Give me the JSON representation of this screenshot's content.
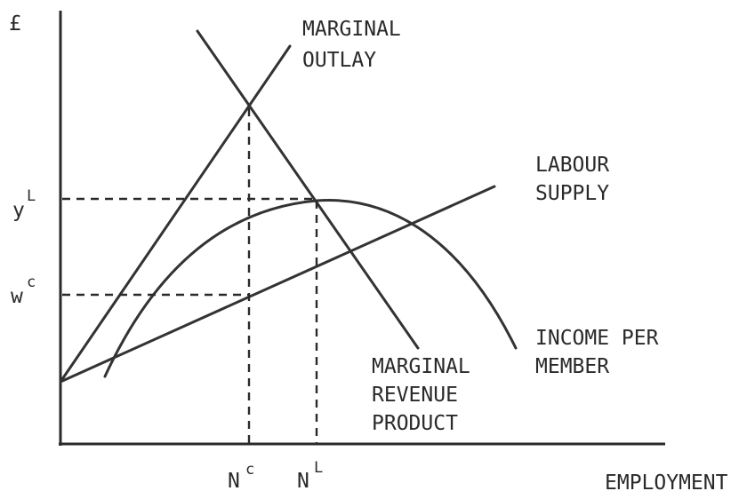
{
  "axes": {
    "y_label": "£",
    "x_label": "EMPLOYMENT"
  },
  "y_ticks": {
    "yL": {
      "base": "y",
      "sup": "L"
    },
    "wC": {
      "base": "w",
      "sup": "c"
    }
  },
  "x_ticks": {
    "nC": {
      "base": "N",
      "sup": "c"
    },
    "nL": {
      "base": "N",
      "sup": "L"
    }
  },
  "curves": {
    "marginal_outlay": {
      "line1": "MARGINAL",
      "line2": "OUTLAY"
    },
    "labour_supply": {
      "line1": "LABOUR",
      "line2": "SUPPLY"
    },
    "income_per_member": {
      "line1": "INCOME PER",
      "line2": "MEMBER"
    },
    "marginal_revenue_product": {
      "line1": "MARGINAL",
      "line2": "REVENUE",
      "line3": "PRODUCT"
    }
  },
  "colors": {
    "ink": "#2a2a2a",
    "background": "#ffffff"
  }
}
